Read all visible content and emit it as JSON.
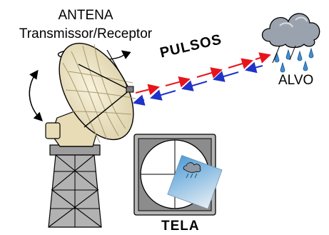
{
  "labels": {
    "antenna_title": "ANTENA",
    "antenna_subtitle": "Transmissor/Receptor",
    "pulses": "PULSOS",
    "target": "ALVO",
    "screen": "TELA"
  },
  "colors": {
    "outgoing_pulse": "#e8141c",
    "returning_pulse": "#1f33c9",
    "dish": "#efe6c4",
    "tower": "#8a8a8a",
    "screen_frame": "#b5b5b5",
    "cloud": "#9aa3ad",
    "rain": "#3f8fd6",
    "echo_gradient_start": "#4f9ed8",
    "echo_gradient_end": "#e8eef3"
  },
  "icons": [
    "rotation-arrow-icon",
    "tilt-arrows-icon",
    "cloud-icon",
    "rain-icon"
  ]
}
